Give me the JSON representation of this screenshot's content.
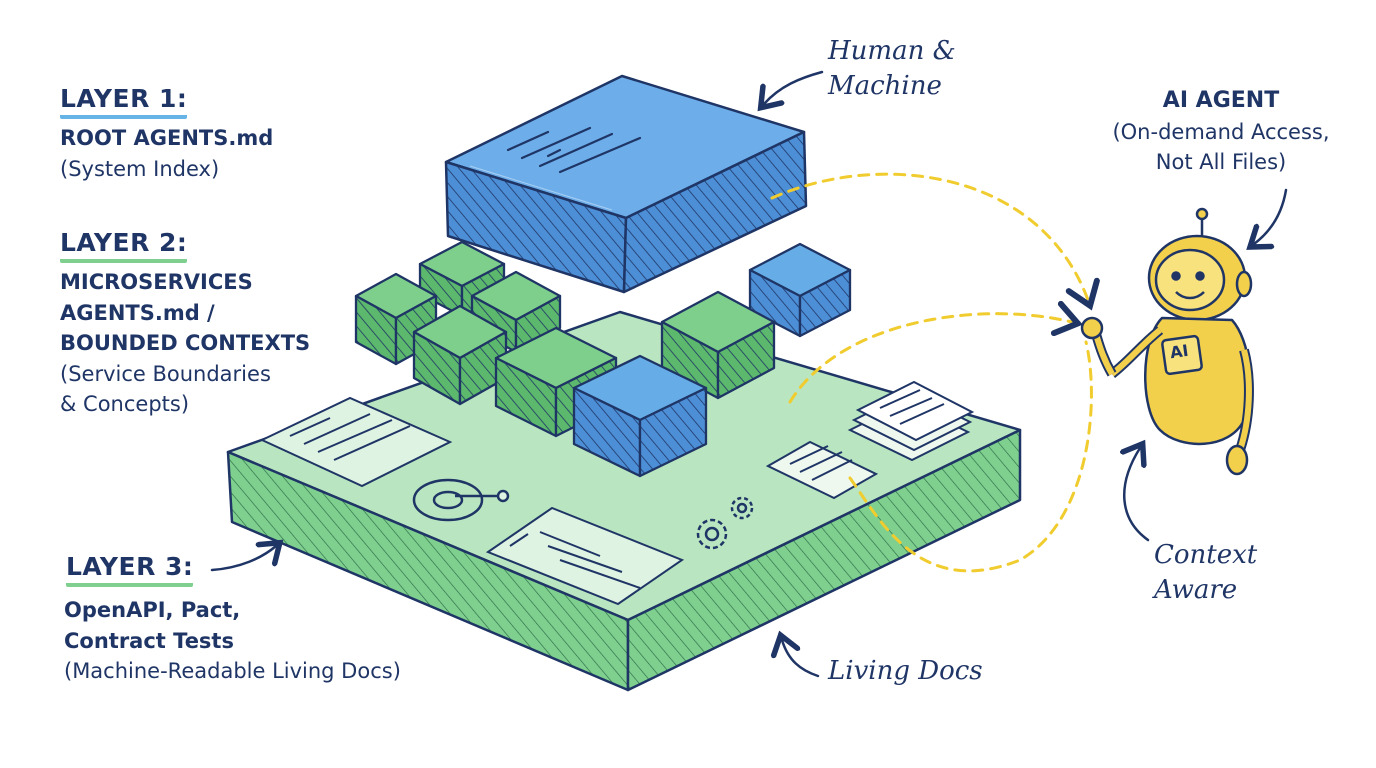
{
  "layer1": {
    "heading": "LAYER 1:",
    "title": "ROOT AGENTS.md",
    "subtitle": "(System Index)"
  },
  "layer2": {
    "heading": "LAYER 2:",
    "title_lines": [
      "MICROSERVICES",
      "AGENTS.md /",
      "BOUNDED CONTEXTS"
    ],
    "subtitle_lines": [
      "(Service Boundaries",
      "& Concepts)"
    ]
  },
  "layer3": {
    "heading": "LAYER 3:",
    "title_lines": [
      "OpenAPI, Pact,",
      "Contract Tests"
    ],
    "subtitle": "(Machine-Readable Living Docs)"
  },
  "annotations": {
    "human_machine": [
      "Human &",
      "Machine"
    ],
    "living_docs": "Living Docs",
    "context_aware": [
      "Context",
      "Aware"
    ]
  },
  "agent": {
    "title": "AI AGENT",
    "subtitle_lines": [
      "(On-demand Access,",
      "Not All Files)"
    ],
    "badge": "AI"
  },
  "icons": [
    "document-icon",
    "code-window-icon",
    "gauge-icon",
    "gears-icon",
    "stacked-docs-icon",
    "page-icon"
  ],
  "colors": {
    "ink": "#1f3566",
    "blue_fill": "#66ade8",
    "green_fill": "#7fcf8c",
    "base_fill": "#b6e5bd",
    "robot": "#f3d04c",
    "dash_line": "#f0cc2e"
  }
}
